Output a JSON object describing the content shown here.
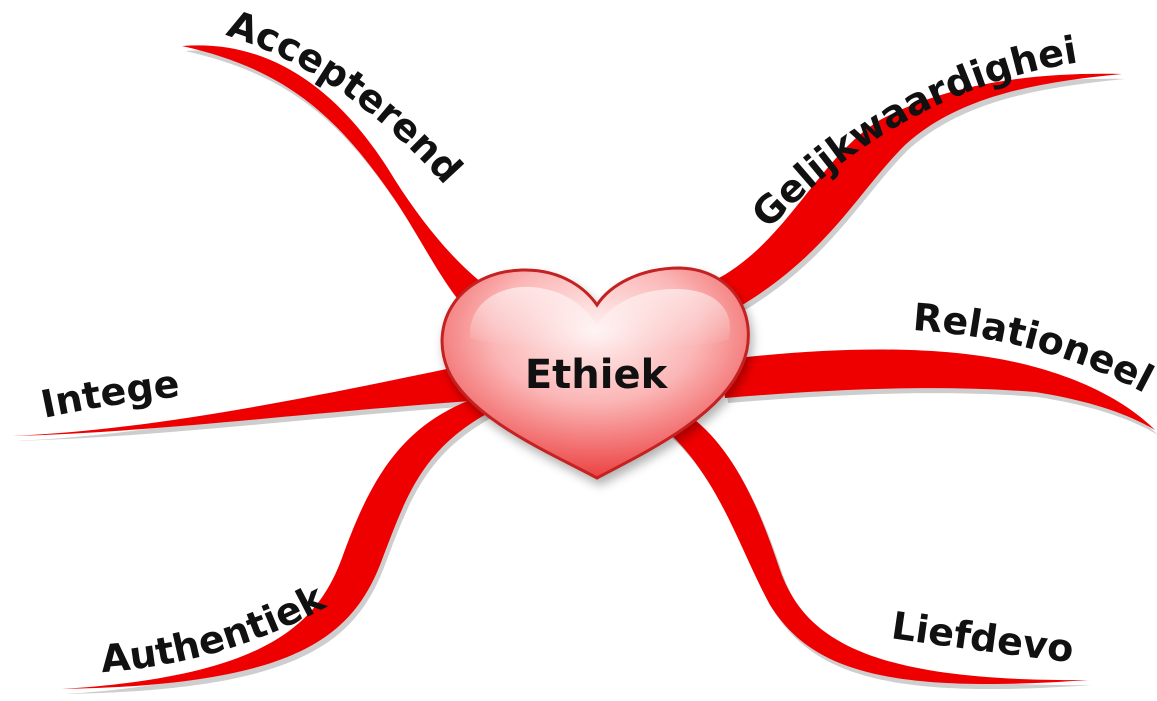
{
  "center": {
    "label": "Ethiek",
    "shape": "heart-icon"
  },
  "branches": [
    {
      "id": "accepterend",
      "label": "Accepterend"
    },
    {
      "id": "gelijkwaardigheid",
      "label": "Gelijkwaardigheid"
    },
    {
      "id": "relationeel",
      "label": "Relationeel"
    },
    {
      "id": "integer",
      "label": "Integer"
    },
    {
      "id": "authentiek",
      "label": "Authentiek"
    },
    {
      "id": "liefdevol",
      "label": "Liefdevol"
    }
  ],
  "colors": {
    "branch": "#ee0000",
    "branch_shadow": "#b8b8b8",
    "heart_light": "#fff2f2",
    "heart_mid": "#fba7a7",
    "heart_dark": "#ee3b3b",
    "heart_outline": "#c42020",
    "text": "#111111"
  }
}
